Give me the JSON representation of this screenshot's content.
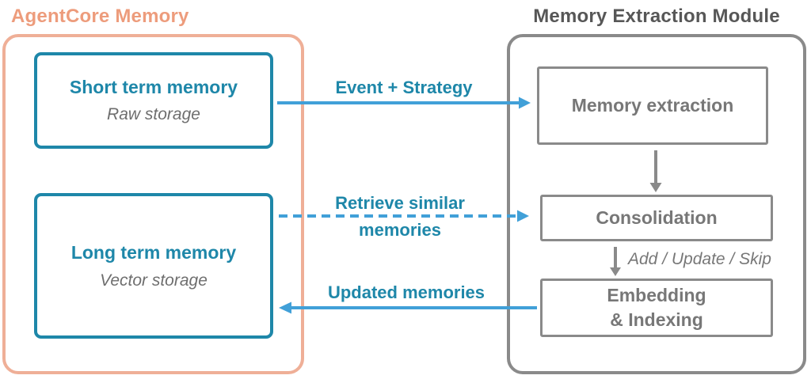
{
  "colors": {
    "salmon-text": "#ED9C7C",
    "salmon-border": "#EFAF97",
    "teal": "#1E87A9",
    "blue-arrow": "#41A0D8",
    "gray-border": "#8A8A8A",
    "gray-box-text": "#777777",
    "gray-title": "#575757",
    "gray-subtitle": "#6E6E6E"
  },
  "agentcore": {
    "title": "AgentCore Memory",
    "short_term": {
      "title": "Short term memory",
      "subtitle": "Raw storage"
    },
    "long_term": {
      "title": "Long term memory",
      "subtitle": "Vector storage"
    }
  },
  "extraction_module": {
    "title": "Memory Extraction Module",
    "memory_extraction": {
      "label": "Memory extraction"
    },
    "consolidation": {
      "label": "Consolidation"
    },
    "embedding_indexing": {
      "label_line1": "Embedding",
      "label_line2": "& Indexing"
    }
  },
  "flows": {
    "event_strategy": {
      "label": "Event + Strategy",
      "style": "solid",
      "direction": "right"
    },
    "retrieve_similar": {
      "label_line1": "Retrieve similar",
      "label_line2": "memories",
      "style": "dashed",
      "direction": "right"
    },
    "updated_memories": {
      "label": "Updated memories",
      "style": "solid",
      "direction": "left"
    },
    "extraction_to_consolidation": {
      "style": "solid",
      "direction": "down"
    },
    "consolidation_to_embedding": {
      "label": "Add / Update / Skip",
      "style": "solid",
      "direction": "down"
    }
  }
}
